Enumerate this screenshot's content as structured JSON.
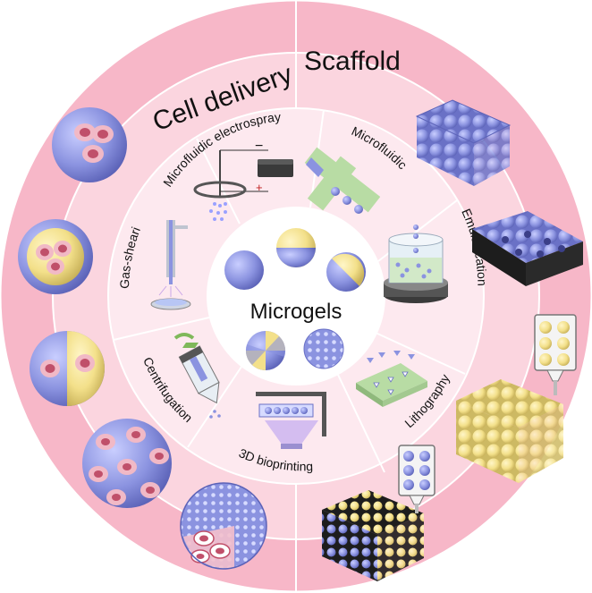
{
  "outer_labels": {
    "left": "Cell delivery",
    "right": "Scaffold"
  },
  "center_label": "Microgels",
  "methods": [
    "Microfluidic electrospray",
    "Microfluidic",
    "Emulsification",
    "Lithography",
    "3D bioprinting",
    "Centrifugation",
    "Gas-shearing"
  ],
  "icons": {
    "power_minus": "−",
    "power_plus": "+"
  },
  "colors": {
    "outer_ring": "#f7b7c8",
    "middle_ring": "#fbd5df",
    "inner_ring": "#fde9ef",
    "center": "#ffffff",
    "microgel_blue": "#8b93e0",
    "microgel_yellow": "#f3e08a",
    "cell_nucleus": "#c0506a",
    "cell_body": "#f1b9c6",
    "device_green": "#b8dca4"
  }
}
